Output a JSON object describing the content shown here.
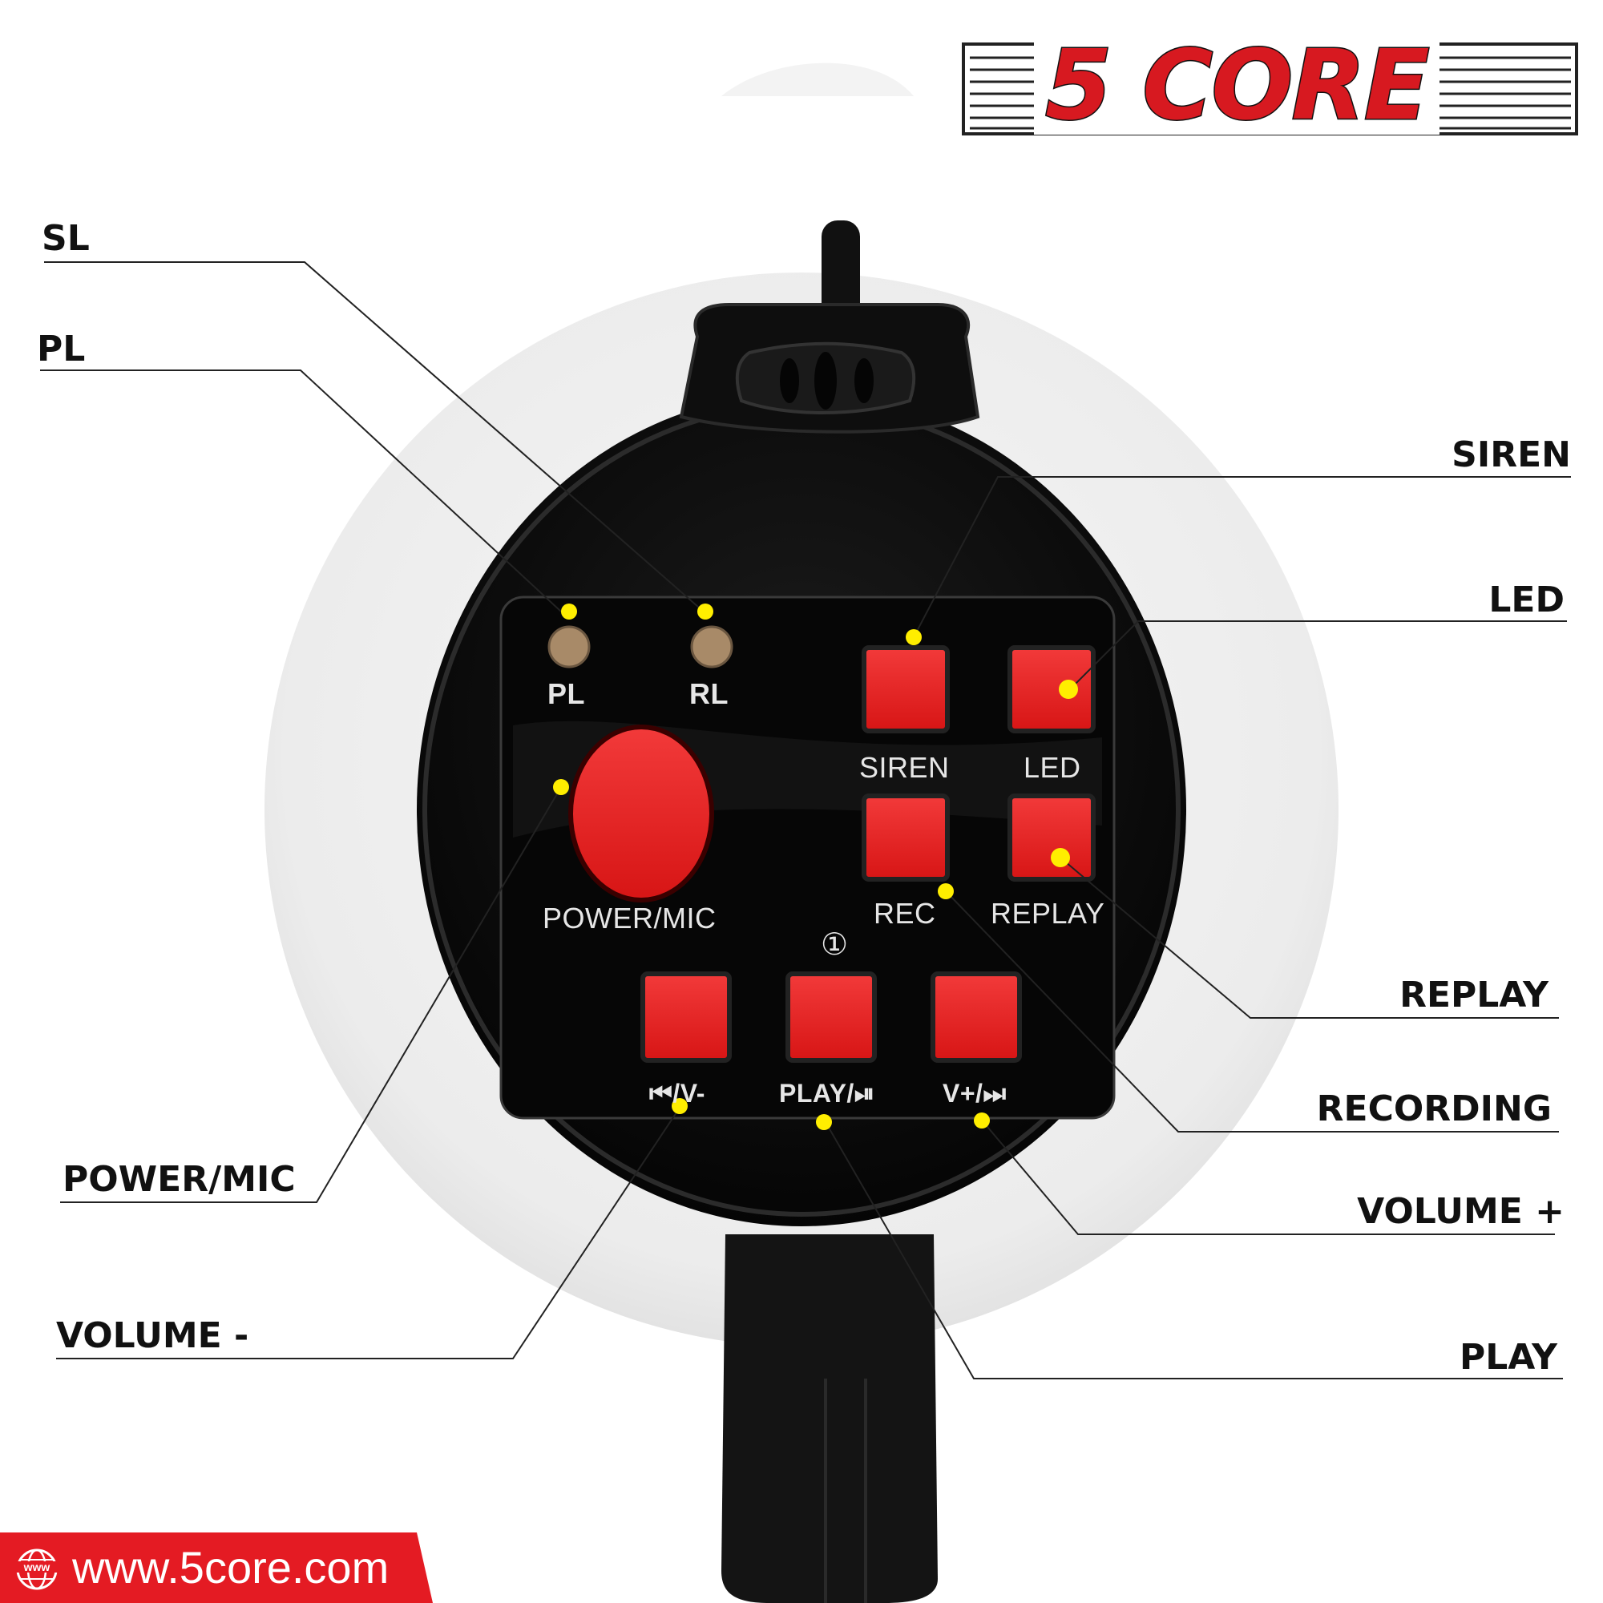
{
  "brand": {
    "logo_text": "5 CORE",
    "website": "www.5core.com",
    "web_icon_text": "www"
  },
  "colors": {
    "button_red": "#e41b23",
    "panel_black": "#0c0c0c",
    "marker_yellow": "#ffee00",
    "brand_red": "#d71920"
  },
  "panel": {
    "indicators": [
      "PL",
      "RL"
    ],
    "power_label": "POWER/MIC",
    "timer_symbol": "①",
    "buttons": {
      "siren": "SIREN",
      "led": "LED",
      "rec": "REC",
      "replay": "REPLAY",
      "prev_vol_down": "⏮/V-",
      "play": "PLAY/⏯",
      "vol_up_next": "V+/⏭"
    }
  },
  "callouts": {
    "sl": "SL",
    "pl": "PL",
    "siren": "SIREN",
    "led": "LED",
    "replay": "REPLAY",
    "recording": "RECORDING",
    "volume_plus": "VOLUME +",
    "power_mic": "POWER/MIC",
    "volume_minus": "VOLUME -",
    "play": "PLAY"
  }
}
